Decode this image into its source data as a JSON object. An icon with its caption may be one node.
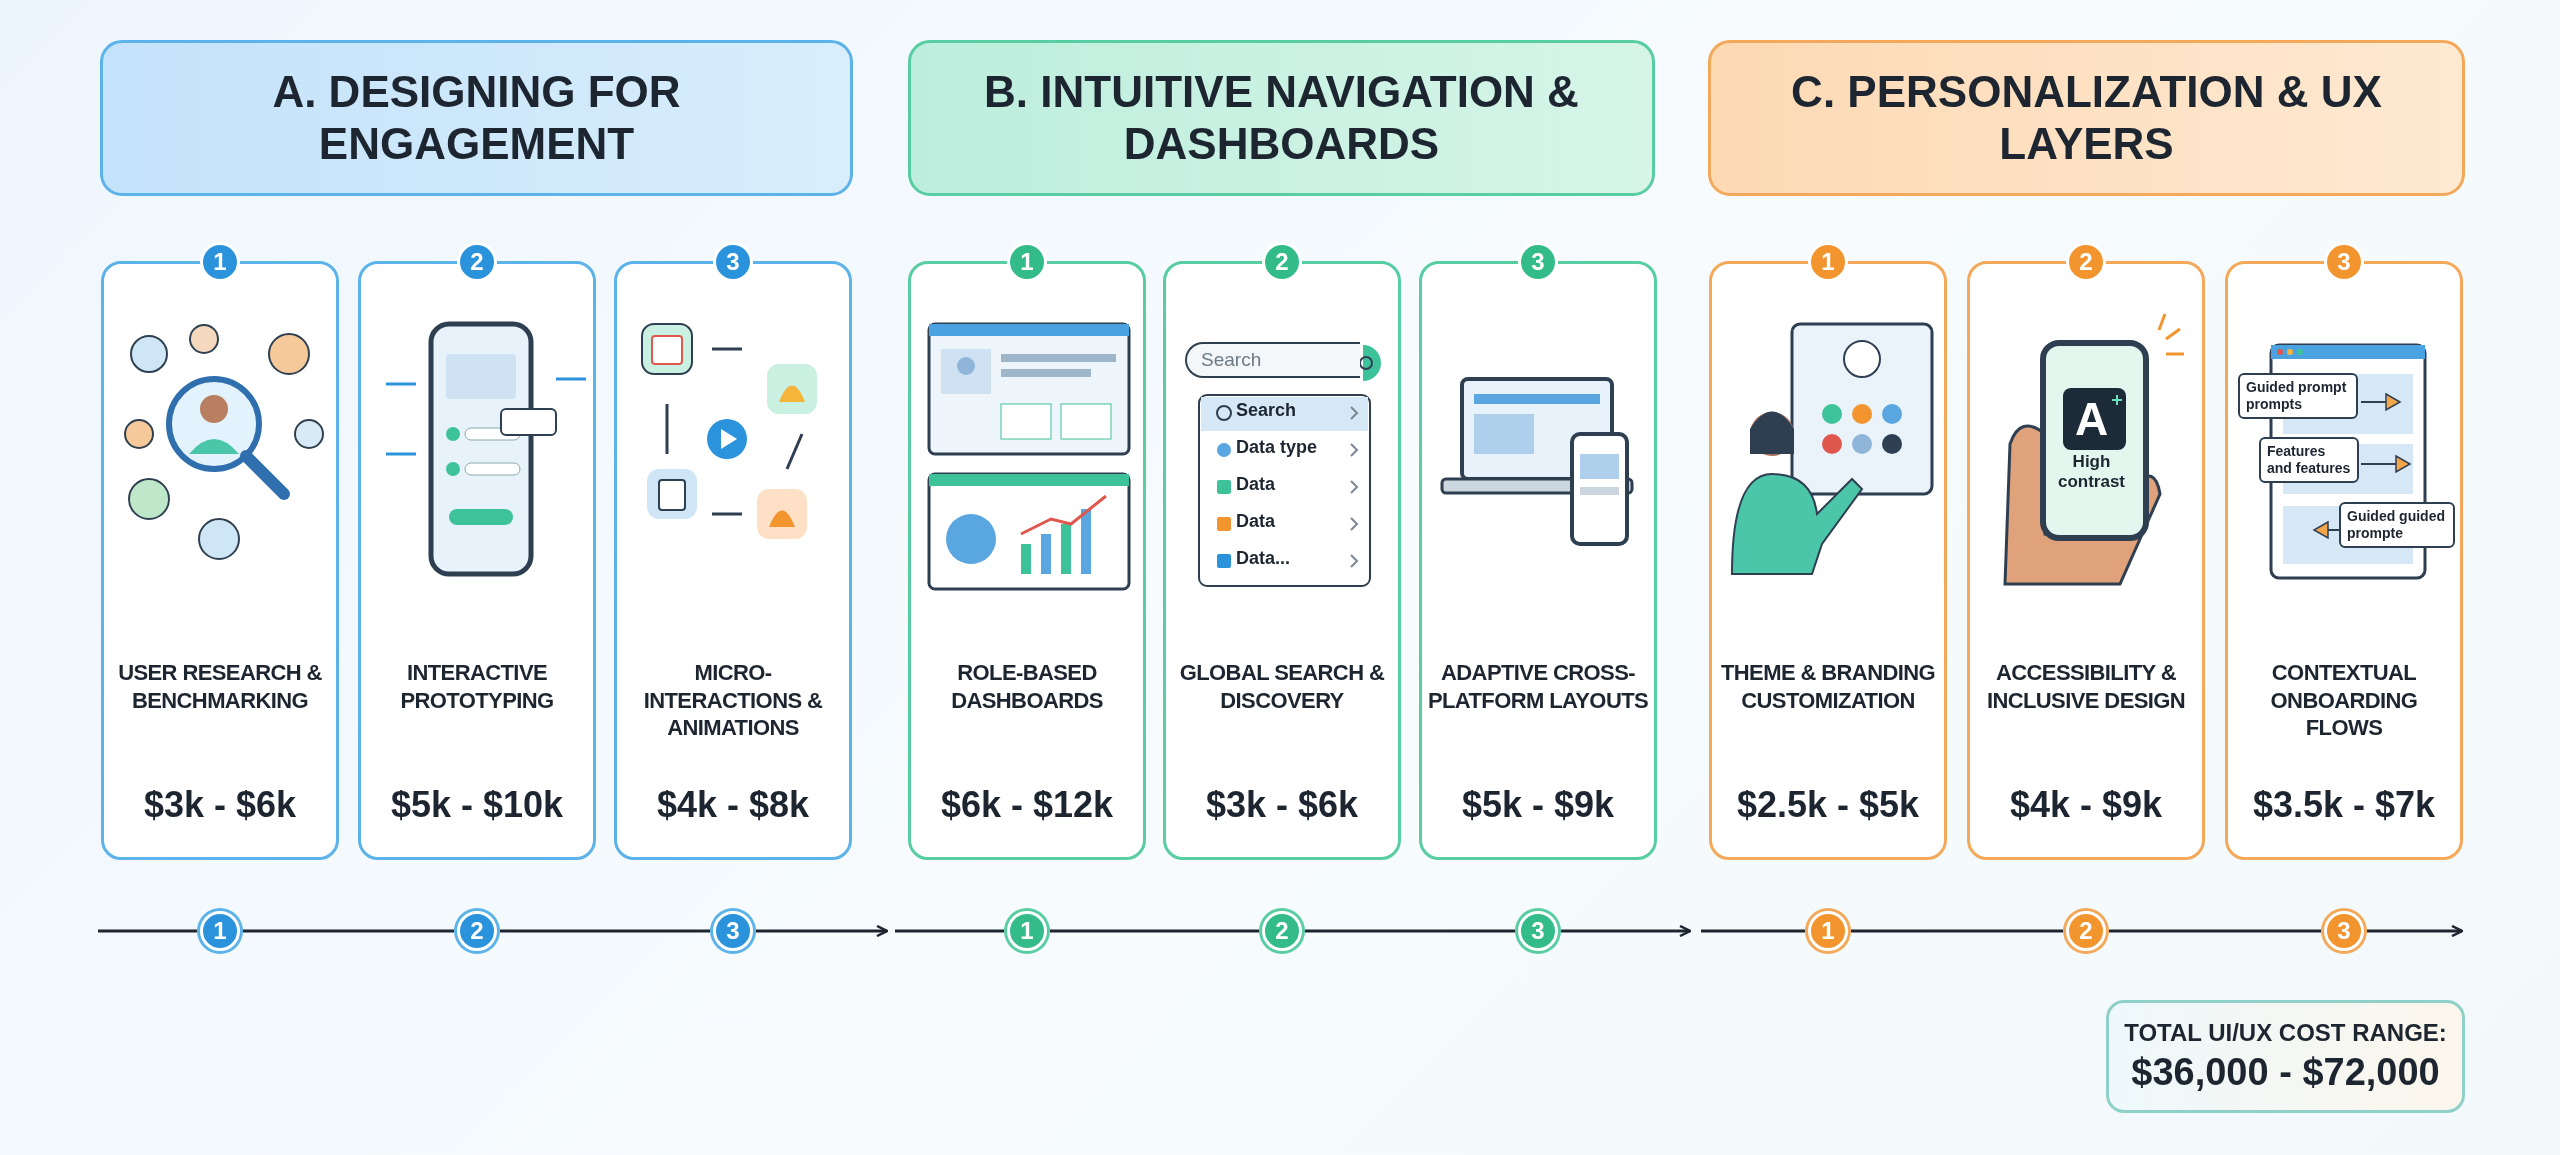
{
  "diagram": {
    "nodes": [
      {
        "text": [
          "A. DESIGNING FOR ENGAGEMENT"
        ]
      },
      {
        "text": [
          "1",
          "USER RESEARCH & BENCHMARKING",
          "$3k - $6k"
        ]
      },
      {
        "text": [
          "2",
          "INTERACTIVE PROTOTYPING",
          "$5k - $10k"
        ]
      },
      {
        "text": [
          "3",
          "MICRO-INTERACTIONS & ANIMATIONS",
          "$4k - $8k"
        ]
      },
      {
        "text": [
          "B. INTUITIVE NAVIGATION & DASHBOARDS"
        ]
      },
      {
        "text": [
          "1",
          "ROLE-BASED DASHBOARDS",
          "$6k - $12k"
        ]
      },
      {
        "text": [
          "2",
          "GLOBAL SEARCH & DISCOVERY",
          "$3k - $6k"
        ]
      },
      {
        "text": [
          "3",
          "ADAPTIVE CROSS-PLATFORM LAYOUTS",
          "$5k - $9k"
        ]
      },
      {
        "text": [
          "C. PERSONALIZATION & UX LAYERS"
        ]
      },
      {
        "text": [
          "1",
          "THEME & BRANDING CUSTOMIZATION",
          "$2.5k - $5k"
        ]
      },
      {
        "text": [
          "2",
          "ACCESSIBILITY & INCLUSIVE DESIGN",
          "$4k - $9k"
        ]
      },
      {
        "text": [
          "3",
          "CONTEXTUAL ONBOARDING FLOWS",
          "$3.5k - $7k"
        ]
      },
      {
        "text": [
          "1"
        ]
      },
      {
        "text": [
          "2"
        ]
      },
      {
        "text": [
          "3"
        ]
      },
      {
        "text": [
          "1"
        ]
      },
      {
        "text": [
          "2"
        ]
      },
      {
        "text": [
          "3"
        ]
      },
      {
        "text": [
          "1"
        ]
      },
      {
        "text": [
          "2"
        ]
      },
      {
        "text": [
          "3"
        ]
      },
      {
        "text": [
          "TOTAL UI/UX COST RANGE:",
          "$36,000 - $72,000"
        ]
      }
    ],
    "edges": [
      {
        "from": null,
        "to": 12,
        "arrow": "none"
      },
      {
        "from": 12,
        "to": 13,
        "arrow": "none"
      },
      {
        "from": 13,
        "to": 14,
        "arrow": "none"
      },
      {
        "from": 14,
        "to": null,
        "arrow": "to"
      },
      {
        "from": null,
        "to": 15,
        "arrow": "none"
      },
      {
        "from": 15,
        "to": 16,
        "arrow": "none"
      },
      {
        "from": 16,
        "to": 17,
        "arrow": "none"
      },
      {
        "from": 17,
        "to": null,
        "arrow": "to"
      },
      {
        "from": null,
        "to": 18,
        "arrow": "none"
      },
      {
        "from": 18,
        "to": 19,
        "arrow": "none"
      },
      {
        "from": 19,
        "to": 20,
        "arrow": "none"
      },
      {
        "from": 20,
        "to": null,
        "arrow": "to"
      }
    ],
    "labels": [
      "Search",
      "Search",
      "Data type",
      "Data",
      "Data",
      "Data...",
      "A",
      "High contrast",
      "Guided prompt prompts",
      "Features and features",
      "Guided guided prompte"
    ]
  }
}
